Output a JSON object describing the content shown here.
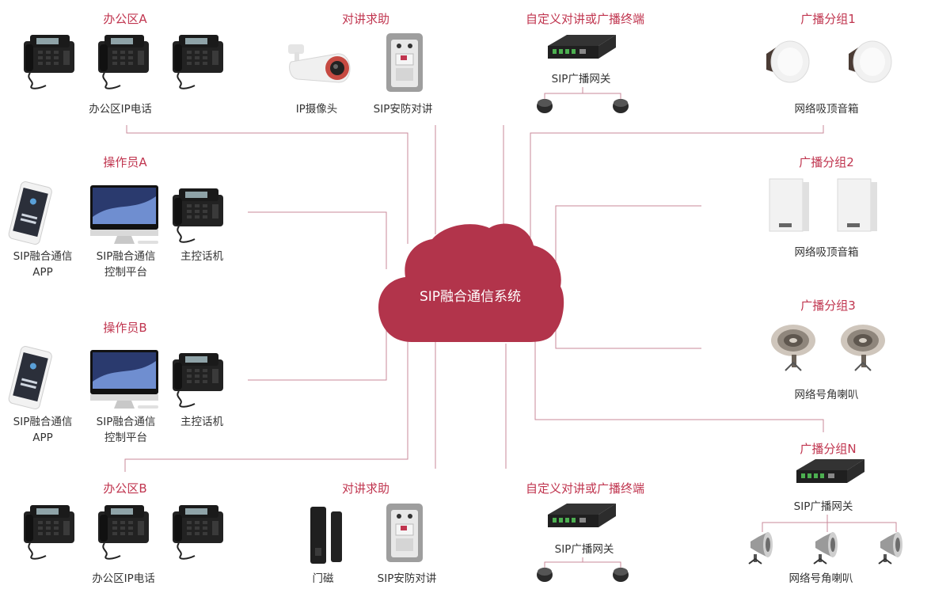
{
  "colors": {
    "accent": "#c0354f",
    "cloud": "#b2344b",
    "line": "#c9899a",
    "text": "#333333"
  },
  "center": {
    "label": "SIP融合通信系统"
  },
  "groups": {
    "office_a": {
      "title": "办公区A",
      "label": "办公区IP电话"
    },
    "intercom_top": {
      "title": "对讲求助",
      "camera_label": "IP摄像头",
      "door_label": "SIP安防对讲"
    },
    "custom_top": {
      "title": "自定义对讲或广播终端",
      "gateway_label": "SIP广播网关"
    },
    "broadcast_1": {
      "title": "广播分组1",
      "label": "网络吸顶音箱"
    },
    "operator_a": {
      "title": "操作员A",
      "app_line1": "SIP融合通信",
      "app_line2": "APP",
      "pc_line1": "SIP融合通信",
      "pc_line2": "控制平台",
      "phone_label": "主控话机"
    },
    "broadcast_2": {
      "title": "广播分组2",
      "label": "网络吸顶音箱"
    },
    "broadcast_3": {
      "title": "广播分组3",
      "label": "网络号角喇叭"
    },
    "operator_b": {
      "title": "操作员B",
      "app_line1": "SIP融合通信",
      "app_line2": "APP",
      "pc_line1": "SIP融合通信",
      "pc_line2": "控制平台",
      "phone_label": "主控话机"
    },
    "broadcast_n": {
      "title": "广播分组N",
      "gateway_label": "SIP广播网关",
      "label": "网络号角喇叭"
    },
    "office_b": {
      "title": "办公区B",
      "label": "办公区IP电话"
    },
    "intercom_bottom": {
      "title": "对讲求助",
      "magnet_label": "门磁",
      "door_label": "SIP安防对讲"
    },
    "custom_bottom": {
      "title": "自定义对讲或广播终端",
      "gateway_label": "SIP广播网关"
    }
  }
}
